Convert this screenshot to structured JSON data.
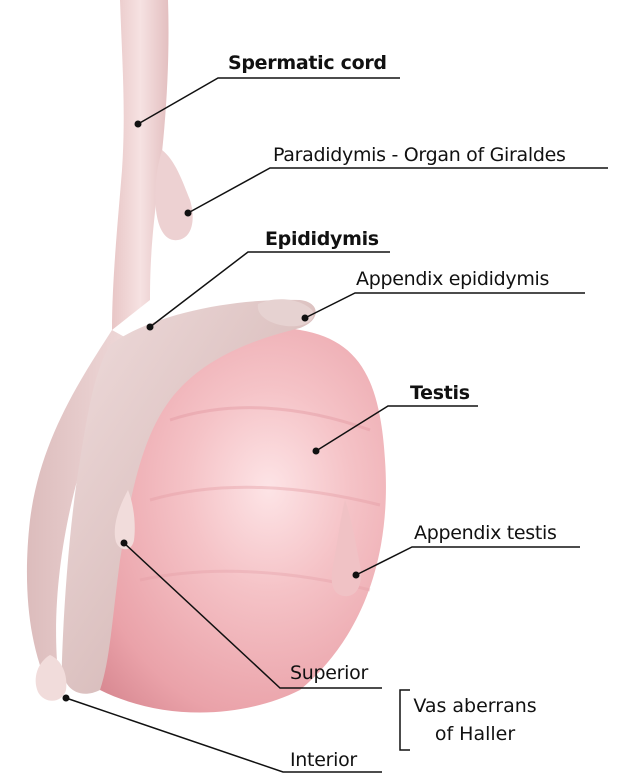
{
  "labels": {
    "spermatic_cord": "Spermatic cord",
    "paradidymis": "Paradidymis - Organ of Giraldes",
    "epididymis": "Epididymis",
    "appendix_epididymis": "Appendix epididymis",
    "testis": "Testis",
    "appendix_testis": "Appendix testis",
    "superior": "Superior",
    "vas_aberrans_line1": "Vas aberrans",
    "vas_aberrans_line2": "of Haller",
    "interior": "Interior"
  },
  "colors": {
    "cord": "#f0d6d6",
    "testis": "#f2b8bd",
    "epididymis": "#e2c9c7",
    "leader_line": "#111111"
  }
}
